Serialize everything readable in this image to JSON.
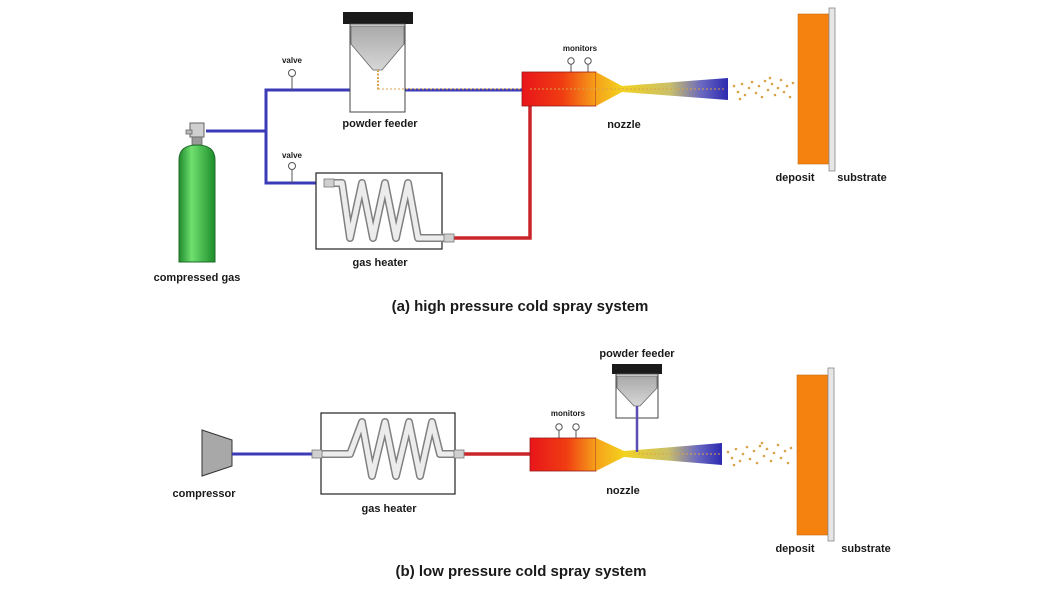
{
  "diagram_a": {
    "caption": "(a) high pressure cold spray system",
    "labels": {
      "valve_top": "valve",
      "valve_bottom": "valve",
      "powder_feeder": "powder feeder",
      "monitors": "monitors",
      "nozzle": "nozzle",
      "deposit": "deposit",
      "substrate": "substrate",
      "gas_heater": "gas heater",
      "compressed_gas": "compressed gas"
    }
  },
  "diagram_b": {
    "caption": "(b) low pressure cold spray system",
    "labels": {
      "powder_feeder": "powder feeder",
      "monitors": "monitors",
      "compressor": "compressor",
      "gas_heater": "gas heater",
      "nozzle": "nozzle",
      "deposit": "deposit",
      "substrate": "substrate"
    }
  },
  "colors": {
    "cold_gas_line": "#3b3bb8",
    "hot_gas_line": "#c8262a",
    "cylinder": "#3cb24a",
    "deposit": "#f5820f",
    "heater_coil": "#bdbdbd",
    "powder": "#d9a34a"
  }
}
